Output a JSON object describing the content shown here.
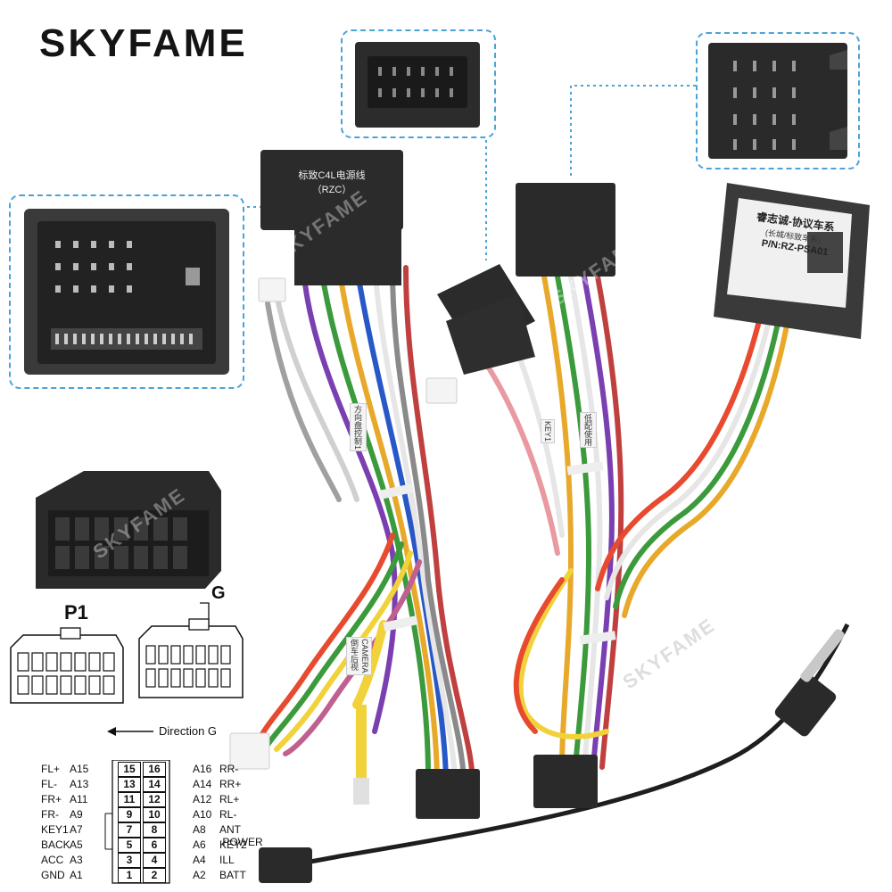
{
  "brand": "SKYFAME",
  "watermark": "SKYFAME",
  "power_box_label": "标致C4L电源线\n（RZC）",
  "canbus_box": {
    "title": "睿志诚-协议车系",
    "subtitle": "(长城/标致车系)",
    "part_number": "P/N:RZ-PSA01"
  },
  "wire_tags": {
    "tag_left": "方向盘控制1",
    "tag_camera": "CAMERA\n倒车后视",
    "tag_canbus": "低配使用",
    "tag_key": "KEY1"
  },
  "connector_labels": {
    "p1": "P1",
    "g": "G",
    "direction": "Direction G"
  },
  "pinout": [
    {
      "fl": "FL+",
      "cl": "A15",
      "nl": "15",
      "nr": "16",
      "cr": "A16",
      "fr": "RR-"
    },
    {
      "fl": "FL-",
      "cl": "A13",
      "nl": "13",
      "nr": "14",
      "cr": "A14",
      "fr": "RR+"
    },
    {
      "fl": "FR+",
      "cl": "A11",
      "nl": "11",
      "nr": "12",
      "cr": "A12",
      "fr": "RL+"
    },
    {
      "fl": "FR-",
      "cl": "A9",
      "nl": "9",
      "nr": "10",
      "cr": "A10",
      "fr": "RL-"
    },
    {
      "fl": "KEY1",
      "cl": "A7",
      "nl": "7",
      "nr": "8",
      "cr": "A8",
      "fr": "ANT .POWER"
    },
    {
      "fl": "BACK",
      "cl": "A5",
      "nl": "5",
      "nr": "6",
      "cr": "A6",
      "fr": "KEY2"
    },
    {
      "fl": "ACC",
      "cl": "A3",
      "nl": "3",
      "nr": "4",
      "cr": "A4",
      "fr": "ILL"
    },
    {
      "fl": "GND",
      "cl": "A1",
      "nl": "1",
      "nr": "2",
      "cr": "A2",
      "fr": "BATT"
    }
  ]
}
